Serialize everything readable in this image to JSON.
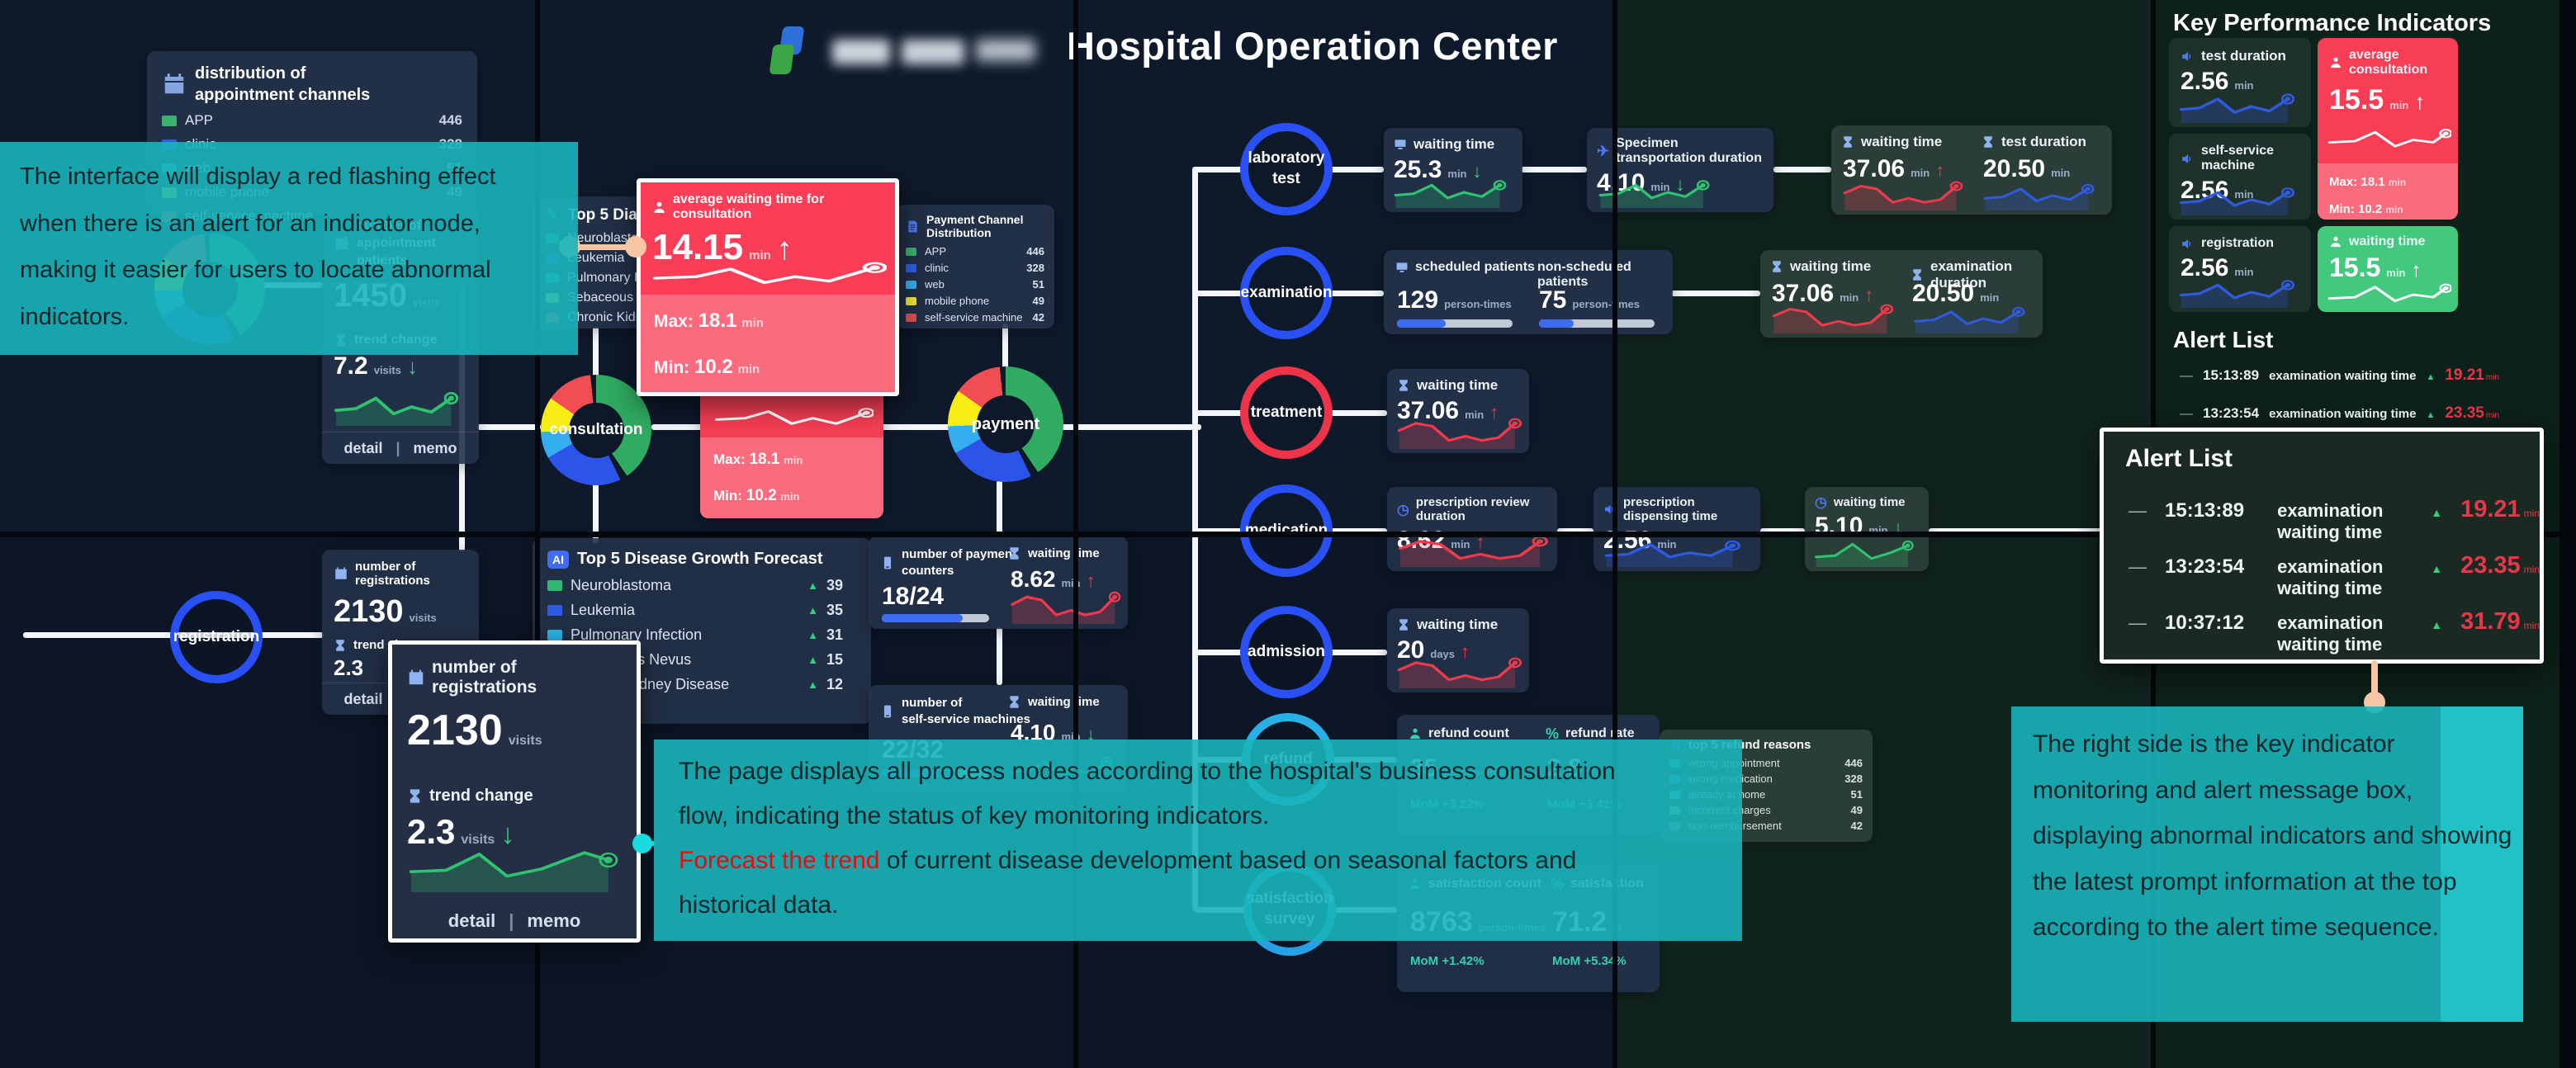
{
  "palette": {
    "accent_teal": "#17b5ba",
    "alert_red": "#f63f56",
    "ok_green": "#35d07f",
    "node_blue": "#2850f5",
    "node_red": "#ef3349",
    "node_cyan": "#28b0e6",
    "chart_blue": "#2f5be0",
    "value_red": "#e8364a"
  },
  "icons": {
    "up_arrow": "↑",
    "down_arrow": "↓",
    "alert_up": "▲",
    "dash": "—",
    "divider": "|",
    "percent": "%",
    "plane": "✈",
    "pencil": "✎",
    "clock": "◷",
    "ai_badge": "AI"
  },
  "header": {
    "title": "Hospital Operation Center"
  },
  "distribution_card": {
    "title_line1": "distribution of",
    "title_line2": "appointment channels",
    "items": [
      {
        "label": "APP",
        "value": "446"
      },
      {
        "label": "clinic",
        "value": "328"
      },
      {
        "label": "web",
        "value": "51"
      },
      {
        "label": "mobile phone",
        "value": "49"
      },
      {
        "label": "self-service machine",
        "value": "42"
      }
    ]
  },
  "appointment_card": {
    "title_line1": "number of appointment",
    "title_line2": "patients",
    "value": "1450",
    "unit": "visits",
    "trend_title": "trend change",
    "trend_value": "7.2",
    "trend_unit": "visits",
    "detail": "detail",
    "memo": "memo"
  },
  "registration_card": {
    "title": "number of registrations",
    "value": "2130",
    "unit": "visits",
    "trend_title": "trend change",
    "trend_value": "2.3",
    "detail": "detail",
    "memo": "memo"
  },
  "registration_popup": {
    "title": "number of registrations",
    "value": "2130",
    "unit": "visits",
    "trend_title": "trend change",
    "trend_value": "2.3",
    "trend_unit": "visits",
    "detail": "detail",
    "memo": "memo"
  },
  "diagnoses_card": {
    "title": "Top 5 Diagnoses",
    "items": [
      "Neuroblastoma",
      "Leukemia",
      "Pulmonary Infection",
      "Sebaceous Nevus",
      "Chronic Kidney Disease"
    ]
  },
  "forecast_card": {
    "title": "Top 5 Disease Growth Forecast",
    "items": [
      {
        "label": "Neuroblastoma",
        "value": "39"
      },
      {
        "label": "Leukemia",
        "value": "35"
      },
      {
        "label": "Pulmonary Infection",
        "value": "31"
      },
      {
        "label": "Sebaceous Nevus",
        "value": "15"
      },
      {
        "label": "Chronic Kidney Disease",
        "value": "12"
      }
    ]
  },
  "consultation_popup": {
    "title": "average waiting time for consultation",
    "value": "14.15",
    "unit": "min",
    "max_label": "Max",
    "max_value": "18.1",
    "max_unit": "min",
    "min_label": "Min",
    "min_value": "10.2",
    "min_unit": "min"
  },
  "consultation_card": {
    "value": "14.15",
    "unit": "min",
    "max_label": "Max",
    "max_value": "18.1",
    "max_unit": "min",
    "min_label": "Min",
    "min_value": "10.2",
    "min_unit": "min"
  },
  "payment_card": {
    "title": "Payment Channel Distribution",
    "items": [
      {
        "label": "APP",
        "value": "446"
      },
      {
        "label": "clinic",
        "value": "328"
      },
      {
        "label": "web",
        "value": "51"
      },
      {
        "label": "mobile phone",
        "value": "49"
      },
      {
        "label": "self-service machine",
        "value": "42"
      }
    ]
  },
  "counters_card": {
    "title_line1": "number of payment",
    "title_line2": "counters",
    "value": "18/24",
    "wait_title": "waiting time",
    "wait_value": "8.62",
    "unit": "min"
  },
  "machines_card": {
    "title_line1": "number of",
    "title_line2": "self-service machines",
    "value": "22/32",
    "wait_title": "waiting time",
    "wait_value": "4.10",
    "unit": "min"
  },
  "nodes": {
    "registration": "registration",
    "consultation": "consultation",
    "payment": "payment",
    "laboratory_line1": "laboratory",
    "laboratory_line2": "test",
    "examination": "examination",
    "treatment": "treatment",
    "medication": "medication",
    "admission": "admission",
    "refund": "refund",
    "satisfaction_line1": "satisfaction",
    "satisfaction_line2": "survey"
  },
  "lab_row": {
    "waiting_title": "waiting time",
    "waiting_value": "25.3",
    "waiting_unit": "min",
    "specimen_title": "Specimen transportation duration",
    "specimen_value": "4.10",
    "specimen_unit": "min",
    "waiting2_title": "waiting time",
    "waiting2_value": "37.06",
    "waiting2_unit": "min",
    "duration_title": "test duration",
    "duration_value": "20.50",
    "duration_unit": "min"
  },
  "exam_row": {
    "scheduled_title": "scheduled patients",
    "scheduled_value": "129",
    "scheduled_unit": "person-times",
    "nonscheduled_title": "non-scheduled patients",
    "nonscheduled_value": "75",
    "nonscheduled_unit": "person-times",
    "waiting_title": "waiting time",
    "waiting_value": "37.06",
    "waiting_unit": "min",
    "duration_title": "examination duration",
    "duration_value": "20.50",
    "duration_unit": "min"
  },
  "treatment_row": {
    "waiting_title": "waiting time",
    "waiting_value": "37.06",
    "waiting_unit": "min"
  },
  "medication_row": {
    "review_title": "prescription review duration",
    "review_value": "8.62",
    "review_unit": "min",
    "dispensing_title": "prescription dispensing time",
    "dispensing_value": "2.56",
    "dispensing_unit": "min",
    "waiting_title": "waiting time",
    "waiting_value": "5.10",
    "waiting_unit": "min"
  },
  "admission_row": {
    "waiting_title": "waiting time",
    "waiting_value": "20",
    "waiting_unit": "days"
  },
  "refund_row": {
    "count_title": "refund count",
    "count_value": "35",
    "count_unit": "person-times",
    "count_mom": "MoM +3.22%",
    "rate_title": "refund rate",
    "rate_value": "2.8",
    "rate_unit": "%",
    "rate_mom": "MoM +3.41%"
  },
  "reasons_card": {
    "title": "top 5 refund reasons",
    "items": [
      {
        "label": "wrong appointment",
        "value": "446"
      },
      {
        "label": "wrong medication",
        "value": "328"
      },
      {
        "label": "already at home",
        "value": "51"
      },
      {
        "label": "incorrect charges",
        "value": "49"
      },
      {
        "label": "non-reimbursement",
        "value": "42"
      }
    ]
  },
  "satisfaction_row": {
    "count_title": "satisfaction count",
    "count_value": "8763",
    "count_unit": "person-times",
    "count_mom": "MoM +1.42%",
    "rate_title": "satisfaction",
    "rate_value": "71.2",
    "rate_unit": "%",
    "rate_mom": "MoM +5.34%"
  },
  "kpi_panel": {
    "title": "Key Performance Indicators",
    "test_duration": {
      "title": "test duration",
      "value": "2.56",
      "unit": "min"
    },
    "avg_consultation": {
      "title": "average consultation",
      "value": "15.5",
      "unit": "min",
      "max_label": "Max",
      "max_value": "18.1",
      "max_unit": "min",
      "min_label": "Min",
      "min_value": "10.2",
      "min_unit": "min"
    },
    "self_service": {
      "title": "self-service machine",
      "value": "2.56",
      "unit": "min"
    },
    "registration": {
      "title": "registration",
      "value": "2.56",
      "unit": "min"
    },
    "waiting_time": {
      "title": "waiting time",
      "value": "15.5",
      "unit": "min"
    },
    "alert_title": "Alert List",
    "alerts": [
      {
        "time": "15:13:89",
        "metric": "examination waiting time",
        "value": "19.21",
        "unit": "min"
      },
      {
        "time": "13:23:54",
        "metric": "examination waiting time",
        "value": "23.35",
        "unit": "min"
      }
    ]
  },
  "alert_popup": {
    "title": "Alert List",
    "alerts": [
      {
        "time": "15:13:89",
        "metric": "examination waiting time",
        "value": "19.21",
        "unit": "min"
      },
      {
        "time": "13:23:54",
        "metric": "examination waiting time",
        "value": "23.35",
        "unit": "min"
      },
      {
        "time": "10:37:12",
        "metric": "examination waiting time",
        "value": "31.79",
        "unit": "min"
      }
    ]
  },
  "annotations": {
    "left": "The interface will display a red flashing effect when there is an alert for an indicator node, making it easier for users to locate abnormal indicators.",
    "center_p1": "The page displays all process nodes according to the hospital's business consultation flow, indicating the status of key monitoring indicators.",
    "center_red": "Forecast the trend",
    "center_p2": " of current disease development based on seasonal factors and historical data.",
    "right": "The right side is the key indicator monitoring and alert message box, displaying abnormal indicators and showing the latest prompt information at the top according to the alert time sequence."
  }
}
